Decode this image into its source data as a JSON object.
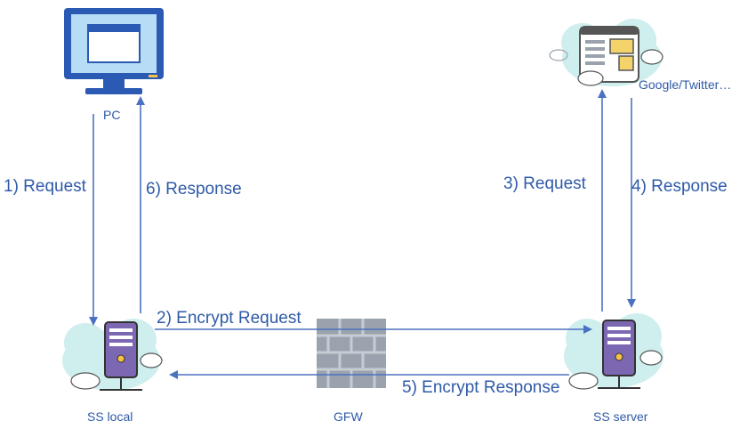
{
  "nodes": {
    "pc": "PC",
    "ss_local": "SS local",
    "gfw": "GFW",
    "ss_server": "SS server",
    "destination": "Google/Twitter…"
  },
  "steps": {
    "s1": "1) Request",
    "s2": "2) Encrypt Request",
    "s3": "3) Request",
    "s4": "4) Response",
    "s5": "5) Encrypt Response",
    "s6": "6) Response"
  },
  "colors": {
    "arrow": "#4b72c0",
    "text": "#2f5aa8",
    "cloud": "#cfeeee",
    "monitor_screen": "#b7dcf5",
    "server_body": "#7c67b3",
    "firewall": "#9aa3ad"
  }
}
